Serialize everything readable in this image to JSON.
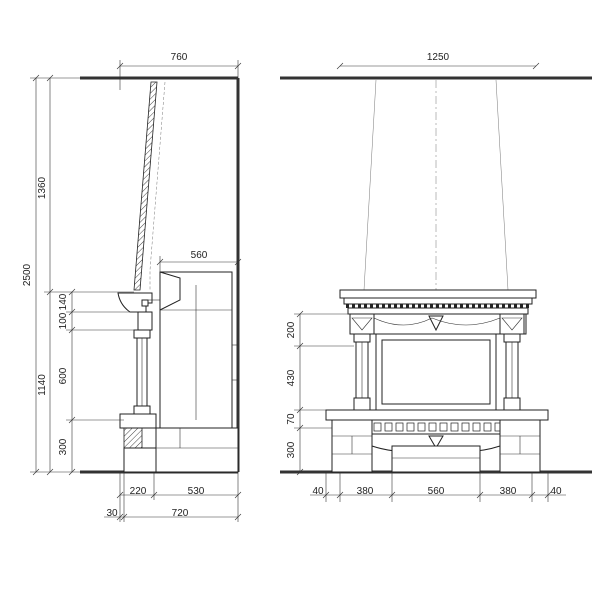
{
  "side_view": {
    "dims": {
      "total_depth": "760",
      "total_height": "2500",
      "upper_height": "1360",
      "lower_height": "1140",
      "top_band": "140",
      "second_band": "100",
      "column_height": "600",
      "base_height": "300",
      "insert_depth": "560",
      "front_offset": "220",
      "rear_depth": "530",
      "wall_gap": "30",
      "body_depth": "720"
    }
  },
  "front_view": {
    "dims": {
      "total_width": "1250",
      "frieze_height": "200",
      "firebox_height": "430",
      "hearth_band": "70",
      "plinth_height": "300",
      "left_margin": "40",
      "left_pier": "380",
      "opening_width": "560",
      "right_pier": "380",
      "right_margin": "40"
    }
  },
  "colors": {
    "line": "#222222",
    "background": "#ffffff"
  }
}
